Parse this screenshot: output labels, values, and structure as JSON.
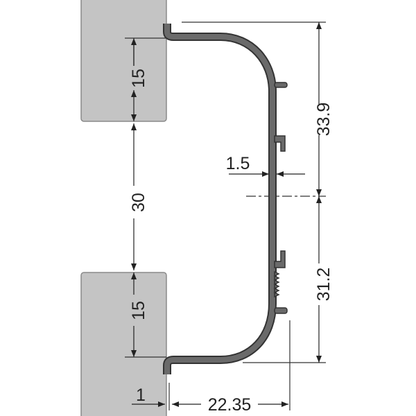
{
  "colors": {
    "panel": "#c4c4c4",
    "panel_edge": "#8a8a8a",
    "profile": "#6a6a6a",
    "profile_edge": "#333333",
    "dim": "#222222"
  },
  "dimensions": {
    "top_panel_overlap": "15",
    "gap": "30",
    "bottom_panel_overlap": "15",
    "upper_height": "33.9",
    "wall_thickness": "1.5",
    "lower_height": "31.2",
    "lip_thickness": "1",
    "depth": "22.35"
  }
}
